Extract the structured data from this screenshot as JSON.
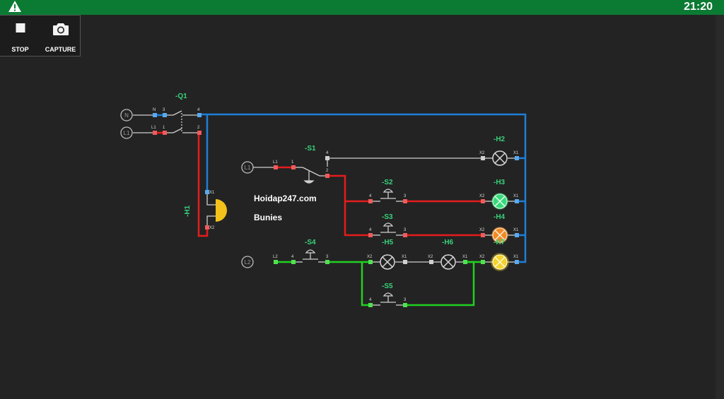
{
  "status_bar": {
    "time": "21:20",
    "warning_icon": "warning-triangle-icon"
  },
  "toolbar": {
    "stop": {
      "label": "STOP",
      "icon": "stop-square-icon"
    },
    "capture": {
      "label": "CAPTURE",
      "icon": "camera-icon"
    }
  },
  "diagram": {
    "watermark": "Hoidap247.com",
    "caption": "Bunies",
    "sources": {
      "n": "N",
      "l1_main": "L1",
      "l1_branch": "L1",
      "l2": "L2"
    },
    "tags": {
      "q1": "-Q1",
      "s1": "-S1",
      "s2": "-S2",
      "s3": "-S3",
      "s4": "-S4",
      "s5": "-S5",
      "h1": "-H1",
      "h2": "-H2",
      "h3": "-H3",
      "h4": "-H4",
      "h5": "-H5",
      "h6": "-H6",
      "h7": "-H7"
    },
    "colors": {
      "blue_wire": "#1e7fd8",
      "red_wire": "#e51c1c",
      "green_wire": "#22d022",
      "gray_wire": "#cfcfcf",
      "lamp_green": "#37d97a",
      "lamp_orange": "#f08a24",
      "lamp_yellow": "#f5d22c",
      "buzzer": "#f2c21a"
    },
    "pins": {
      "q1_n": "N",
      "q1_3": "3",
      "q1_4": "4",
      "q1_l1": "L1",
      "q1_1": "1",
      "q1_2": "2",
      "s1_l1": "L1",
      "s1_1": "1",
      "s1_4": "4",
      "s1_2": "2",
      "s2_4": "4",
      "s2_3": "3",
      "s3_4": "4",
      "s3_3": "3",
      "s4_l2": "L2",
      "s4_4": "4",
      "s4_3": "3",
      "s5_4": "4",
      "s5_3": "3",
      "h1_x1": "X1",
      "h1_x2": "X2",
      "h2_x2": "X2",
      "h2_x1": "X1",
      "h3_x2": "X2",
      "h3_x1": "X1",
      "h4_x2": "X2",
      "h4_x1": "X1",
      "h5_x2": "X2",
      "h5_x1": "X1",
      "h6_x2": "X2",
      "h6_x1": "X1",
      "h7_x2": "X2",
      "h7_x1": "X1"
    }
  }
}
